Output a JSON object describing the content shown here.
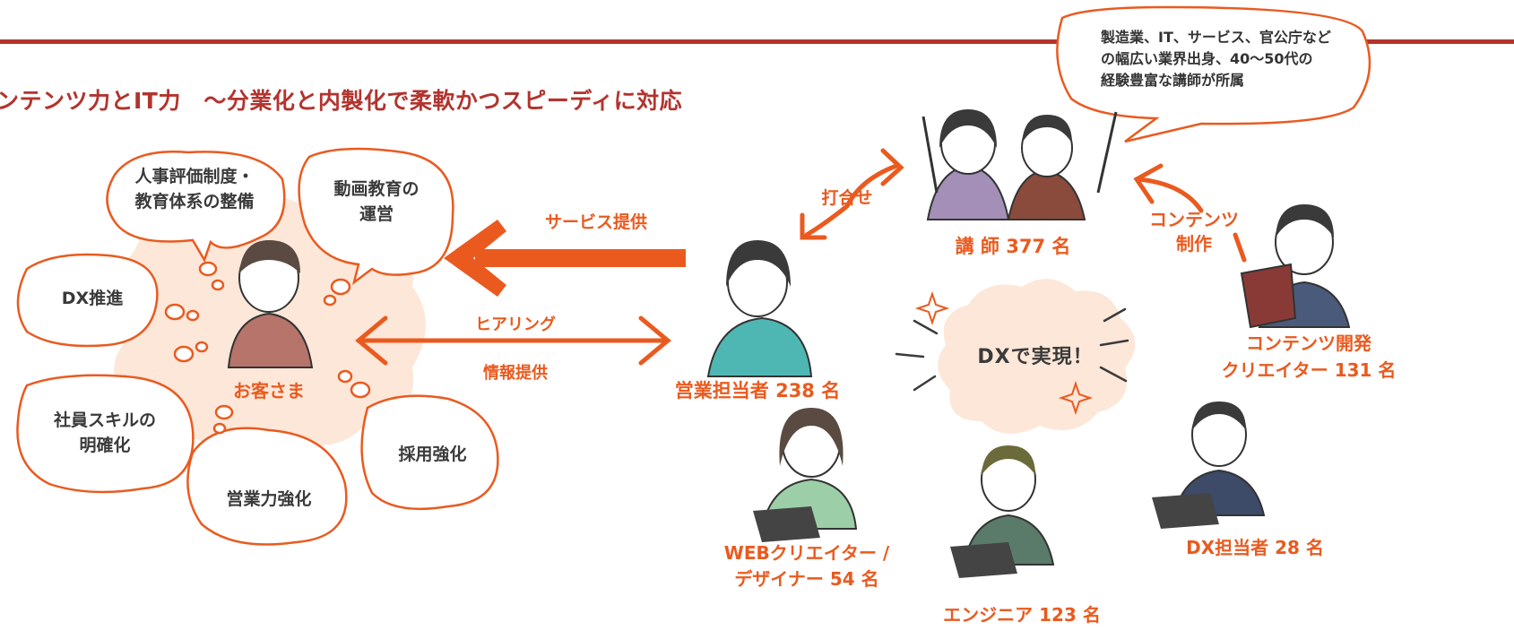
{
  "title": "ンテンツ力とIT力　〜分業化と内製化で柔軟かつスピーディに対応",
  "customer": {
    "label": "お客さま",
    "needs": [
      "人事評価制度・\n教育体系の整備",
      "動画教育の\n運営",
      "DX推進",
      "社員スキルの\n明確化",
      "営業力強化",
      "採用強化"
    ]
  },
  "arrows": {
    "service": "サービス提供",
    "hearing": "ヒアリング",
    "info": "情報提供",
    "meeting": "打合せ",
    "content": "コンテンツ\n制作"
  },
  "center": "DXで実現！",
  "instructor_note": "製造業、IT、サービス、官公庁など\nの幅広い業界出身、40〜50代の\n経験豊富な講師が所属",
  "roles": {
    "instructor": "講 師 377 名",
    "sales": "営業担当者 238 名",
    "content_creator": "コンテンツ開発\nクリエイター 131 名",
    "web_creator": "WEBクリエイター /\nデザイナー 54 名",
    "engineer": "エンジニア 123 名",
    "dx": "DX担当者 28 名"
  },
  "colors": {
    "accent": "#ea5a1f",
    "title": "#b2342e",
    "rule": "#b2342e",
    "cloud": "#fde7d8"
  }
}
